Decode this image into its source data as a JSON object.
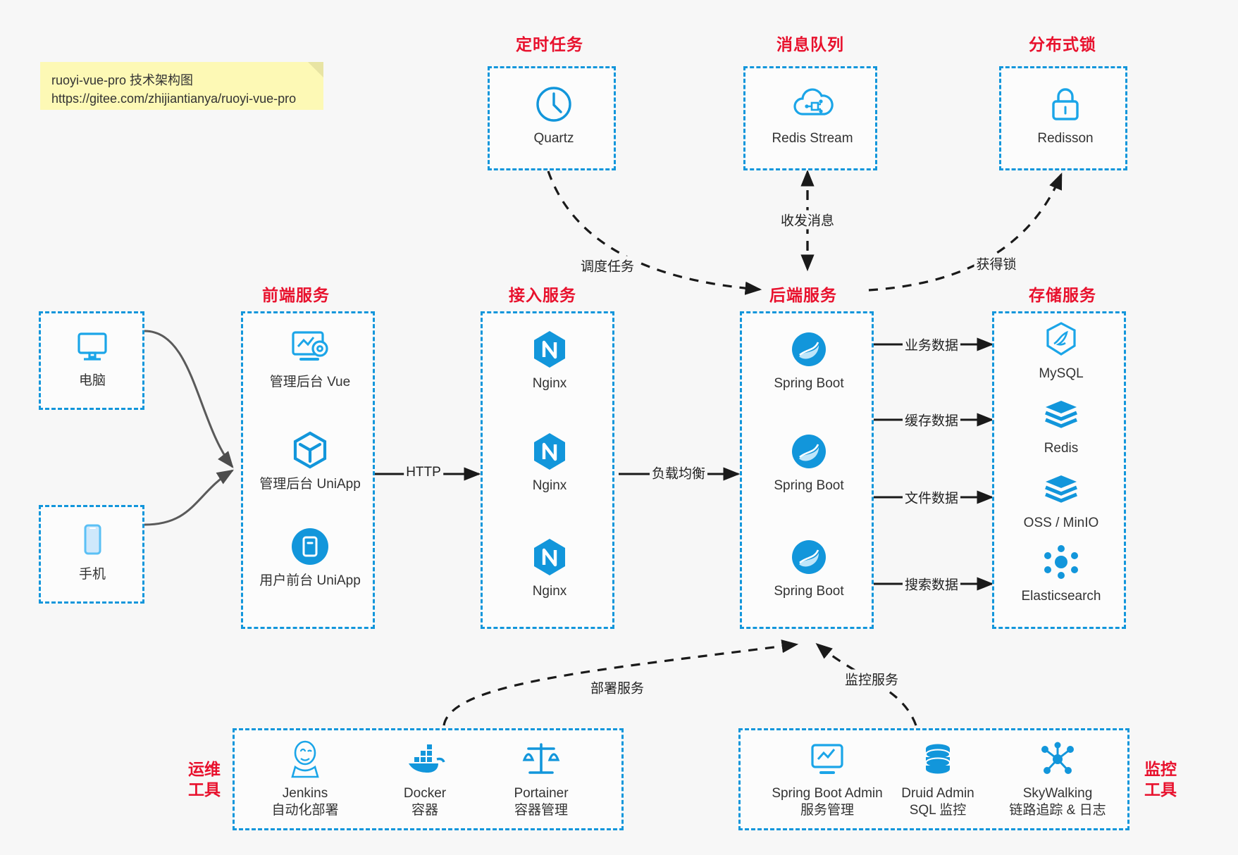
{
  "note": {
    "line1": "ruoyi-vue-pro 技术架构图",
    "line2": "https://gitee.com/zhijiantianya/ruoyi-vue-pro"
  },
  "colors": {
    "accent": "#1296db",
    "title": "#e8112d",
    "bg": "#f7f7f7",
    "note_bg": "#fdf9b5"
  },
  "groups": {
    "scheduler": {
      "title": "定时任务",
      "nodes": [
        {
          "label": "Quartz",
          "icon": "clock-icon"
        }
      ]
    },
    "mq": {
      "title": "消息队列",
      "nodes": [
        {
          "label": "Redis Stream",
          "icon": "cloud-stream-icon"
        }
      ]
    },
    "lock": {
      "title": "分布式锁",
      "nodes": [
        {
          "label": "Redisson",
          "icon": "padlock-icon"
        }
      ]
    },
    "devices": {
      "nodes": [
        {
          "label": "电脑",
          "icon": "desktop-computer-icon"
        },
        {
          "label": "手机",
          "icon": "mobile-phone-icon"
        }
      ]
    },
    "frontend": {
      "title": "前端服务",
      "nodes": [
        {
          "label": "管理后台 Vue",
          "icon": "dashboard-settings-icon"
        },
        {
          "label": "管理后台 UniApp",
          "icon": "hexagon-cube-icon"
        },
        {
          "label": "用户前台 UniApp",
          "icon": "app-window-icon"
        }
      ]
    },
    "gateway": {
      "title": "接入服务",
      "nodes": [
        {
          "label": "Nginx",
          "icon": "nginx-icon"
        },
        {
          "label": "Nginx",
          "icon": "nginx-icon"
        },
        {
          "label": "Nginx",
          "icon": "nginx-icon"
        }
      ]
    },
    "backend": {
      "title": "后端服务",
      "nodes": [
        {
          "label": "Spring Boot",
          "icon": "spring-boot-icon"
        },
        {
          "label": "Spring Boot",
          "icon": "spring-boot-icon"
        },
        {
          "label": "Spring Boot",
          "icon": "spring-boot-icon"
        }
      ]
    },
    "storage": {
      "title": "存储服务",
      "nodes": [
        {
          "label": "MySQL",
          "icon": "mysql-icon"
        },
        {
          "label": "Redis",
          "icon": "redis-icon"
        },
        {
          "label": "OSS / MinIO",
          "icon": "oss-minio-icon"
        },
        {
          "label": "Elasticsearch",
          "icon": "elasticsearch-icon"
        }
      ]
    },
    "ops": {
      "title": "运维\n工具",
      "title_line1": "运维",
      "title_line2": "工具",
      "nodes": [
        {
          "label": "Jenkins",
          "sub": "自动化部署",
          "icon": "jenkins-icon"
        },
        {
          "label": "Docker",
          "sub": "容器",
          "icon": "docker-icon"
        },
        {
          "label": "Portainer",
          "sub": "容器管理",
          "icon": "scales-icon"
        }
      ]
    },
    "monitor": {
      "title_line1": "监控",
      "title_line2": "工具",
      "nodes": [
        {
          "label": "Spring Boot Admin",
          "sub": "服务管理",
          "icon": "monitor-chart-icon"
        },
        {
          "label": "Druid Admin",
          "sub": "SQL 监控",
          "icon": "database-icon"
        },
        {
          "label": "SkyWalking",
          "sub": "链路追踪 & 日志",
          "icon": "skywalking-icon"
        }
      ]
    }
  },
  "edges": {
    "http": "HTTP",
    "load_balance": "负载均衡",
    "schedule_task": "调度任务",
    "send_receive_msg": "收发消息",
    "acquire_lock": "获得锁",
    "business_data": "业务数据",
    "cache_data": "缓存数据",
    "file_data": "文件数据",
    "search_data": "搜索数据",
    "deploy_service": "部署服务",
    "monitor_service": "监控服务"
  }
}
